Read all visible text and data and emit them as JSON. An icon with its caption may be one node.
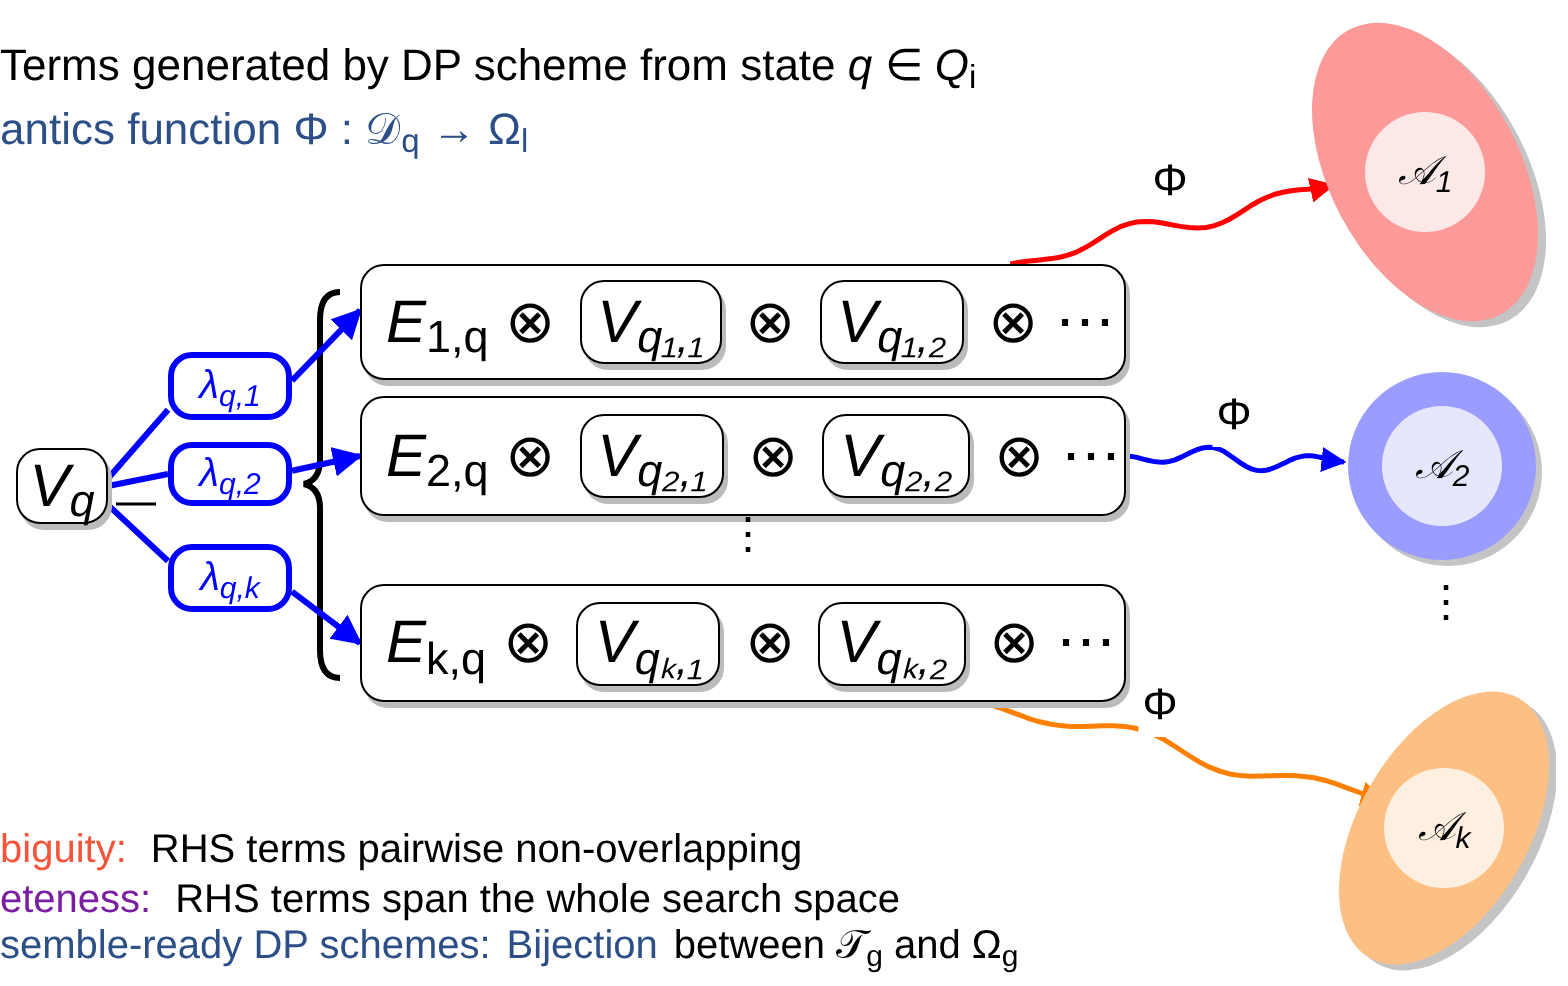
{
  "diagram": {
    "nodes": [
      {
        "text": [
          "V$_{q}$"
        ]
      },
      {
        "text": [
          "λ$_{q,1}$"
        ]
      },
      {
        "text": [
          "λ$_{q,2}$"
        ]
      },
      {
        "text": [
          "λ$_{q,k}$"
        ]
      },
      {
        "text": [
          "*E*$_{1,q}$ ⊗",
          "⊗",
          "⊗ ⋯"
        ]
      },
      {
        "text": [
          "V$_{q₁,₁}$"
        ],
        "in": 4
      },
      {
        "text": [
          "V$_{q₁,₂}$"
        ],
        "in": 4
      },
      {
        "text": [
          "*E*$_{2,q}$ ⊗",
          "⊗",
          "⊗ ⋯"
        ]
      },
      {
        "text": [
          "V$_{q₂,₁}$"
        ],
        "in": 7
      },
      {
        "text": [
          "V$_{q₂,₂}$"
        ],
        "in": 7
      },
      {
        "text": [
          "*E*$_{k,q}$ ⊗",
          "⊗",
          "⊗ ⋯"
        ]
      },
      {
        "text": [
          "V$_{qₖ,₁}$"
        ],
        "in": 10
      },
      {
        "text": [
          "V$_{qₖ,₂}$"
        ],
        "in": 10
      },
      {
        "text": [
          "𝒜$_{1}$"
        ]
      },
      {
        "text": [
          "𝒜$_{2}$"
        ]
      },
      {
        "text": [
          "𝒜$_{k}$"
        ]
      }
    ],
    "edges": [
      {
        "from": 0,
        "to": 1,
        "arrow": "none"
      },
      {
        "from": 1,
        "to": 4,
        "arrow": "to"
      },
      {
        "from": 0,
        "to": 2,
        "arrow": "none"
      },
      {
        "from": 2,
        "to": 7,
        "arrow": "to"
      },
      {
        "from": 0,
        "to": 3,
        "arrow": "none"
      },
      {
        "from": 3,
        "to": 10,
        "arrow": "to"
      },
      {
        "from": 4,
        "to": 13,
        "arrow": "to",
        "label": "Φ",
        "color": "#ff0000"
      },
      {
        "from": 7,
        "to": 14,
        "arrow": "to",
        "label": "Φ"
      },
      {
        "from": 10,
        "to": 15,
        "arrow": "to",
        "label": "Φ",
        "color": "#ff8000"
      }
    ],
    "labels": [
      "Terms generated by DP scheme from state *q* ∈ *Q*$_{i}$",
      "antics function Φ : 𝒟$_{q}$ → Ω$_{l}$",
      "⋮",
      "⋮",
      "biguity:",
      "RHS terms pairwise non-overlapping",
      "eteness:",
      "RHS terms span the whole search space",
      "semble-ready DP schemes:",
      "Bijection",
      "between 𝒯$_{g}$ and Ω$_{g}$"
    ]
  }
}
